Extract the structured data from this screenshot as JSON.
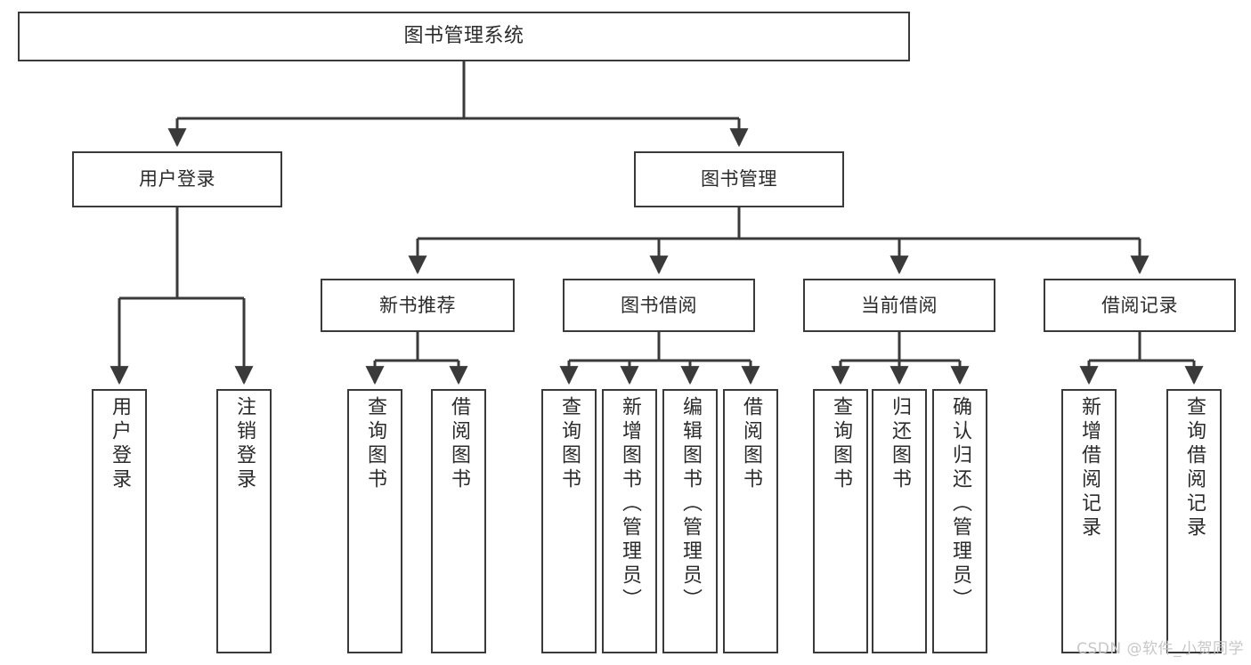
{
  "diagram": {
    "title": "图书管理系统",
    "background_color": "#ffffff",
    "line_color": "#3a3a3a",
    "text_color": "#2b2b2b",
    "root": {
      "label": "图书管理系统"
    },
    "level2": [
      {
        "label": "用户登录"
      },
      {
        "label": "图书管理"
      }
    ],
    "level3": [
      {
        "label": "新书推荐"
      },
      {
        "label": "图书借阅"
      },
      {
        "label": "当前借阅"
      },
      {
        "label": "借阅记录"
      }
    ],
    "leaves": [
      {
        "label": "用户登录"
      },
      {
        "label": "注销登录"
      },
      {
        "label": "查询图书"
      },
      {
        "label": "借阅图书"
      },
      {
        "label": "查询图书"
      },
      {
        "label": "新增图书（管理员）"
      },
      {
        "label": "编辑图书（管理员）"
      },
      {
        "label": "借阅图书"
      },
      {
        "label": "查询图书"
      },
      {
        "label": "归还图书"
      },
      {
        "label": "确认归还（管理员）"
      },
      {
        "label": "新增借阅记录"
      },
      {
        "label": "查询借阅记录"
      }
    ]
  },
  "watermark": {
    "text": "CSDN @软件_小贺同学"
  }
}
